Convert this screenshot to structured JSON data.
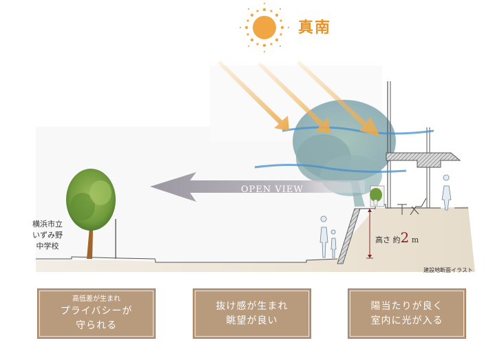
{
  "title": {
    "label": "真南",
    "icon": "sun-icon",
    "color": "#e8932a"
  },
  "illustration": {
    "open_view_label": "OPEN VIEW",
    "school_label_lines": [
      "横浜市立",
      "いずみ野",
      "中学校"
    ],
    "height_label_prefix": "高さ 約",
    "height_value": "2",
    "height_unit": "m",
    "caption": "建設地断面イラスト",
    "colors": {
      "sun_ray": "#f0b25a",
      "wind": "#4a8fc8",
      "open_view_arrow": "#a8a4ac",
      "ground": "#efe8dc",
      "height_mark": "#8b1e1e"
    }
  },
  "cards": [
    {
      "lines_small": [
        "高低差が生まれ"
      ],
      "lines": [
        "プライバシーが",
        "守られる"
      ]
    },
    {
      "lines_small": [],
      "lines": [
        "抜け感が生まれ",
        "眺望が良い"
      ]
    },
    {
      "lines_small": [],
      "lines": [
        "陽当たりが良く",
        "室内に光が入る"
      ]
    }
  ],
  "card_colors": {
    "fill": "#b89a7c",
    "border": "#9d7b5b",
    "inner_border": "#f3e6d8"
  }
}
